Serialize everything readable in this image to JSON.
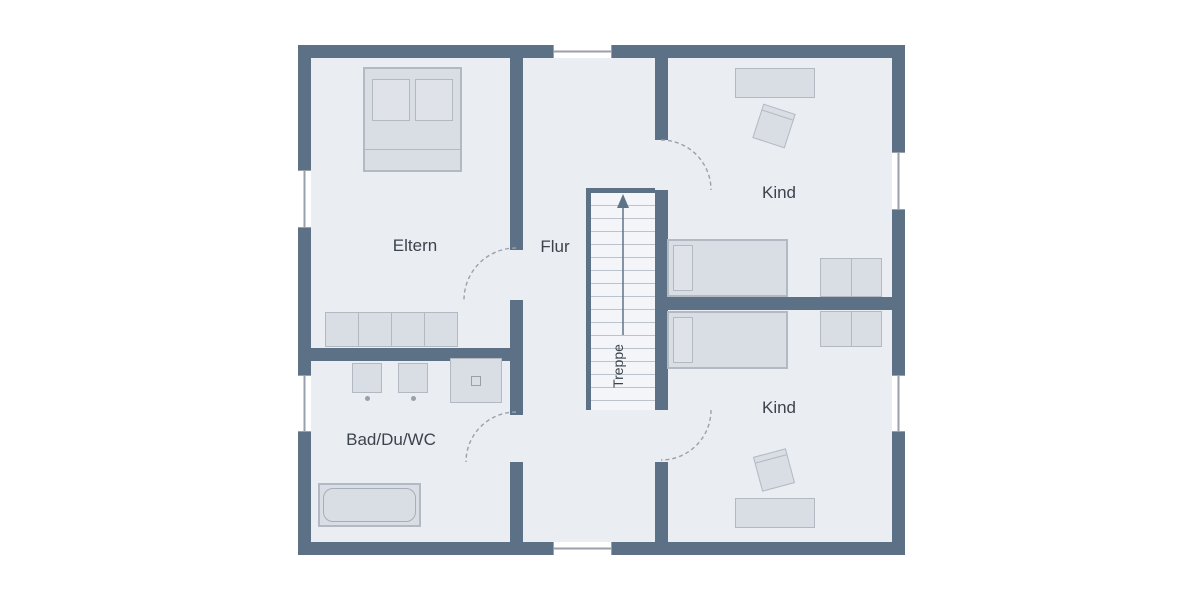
{
  "plan": {
    "rooms": {
      "eltern": "Eltern",
      "flur": "Flur",
      "kind_top": "Kind",
      "kind_bottom": "Kind",
      "bad": "Bad/Du/WC",
      "treppe": "Treppe"
    },
    "colors": {
      "wall": "#5c7186",
      "floor": "#eaedf2",
      "furniture": "#d9dde4",
      "door_arc": "#9aa2ad",
      "background": "#ffffff",
      "text": "#3c434d"
    }
  }
}
